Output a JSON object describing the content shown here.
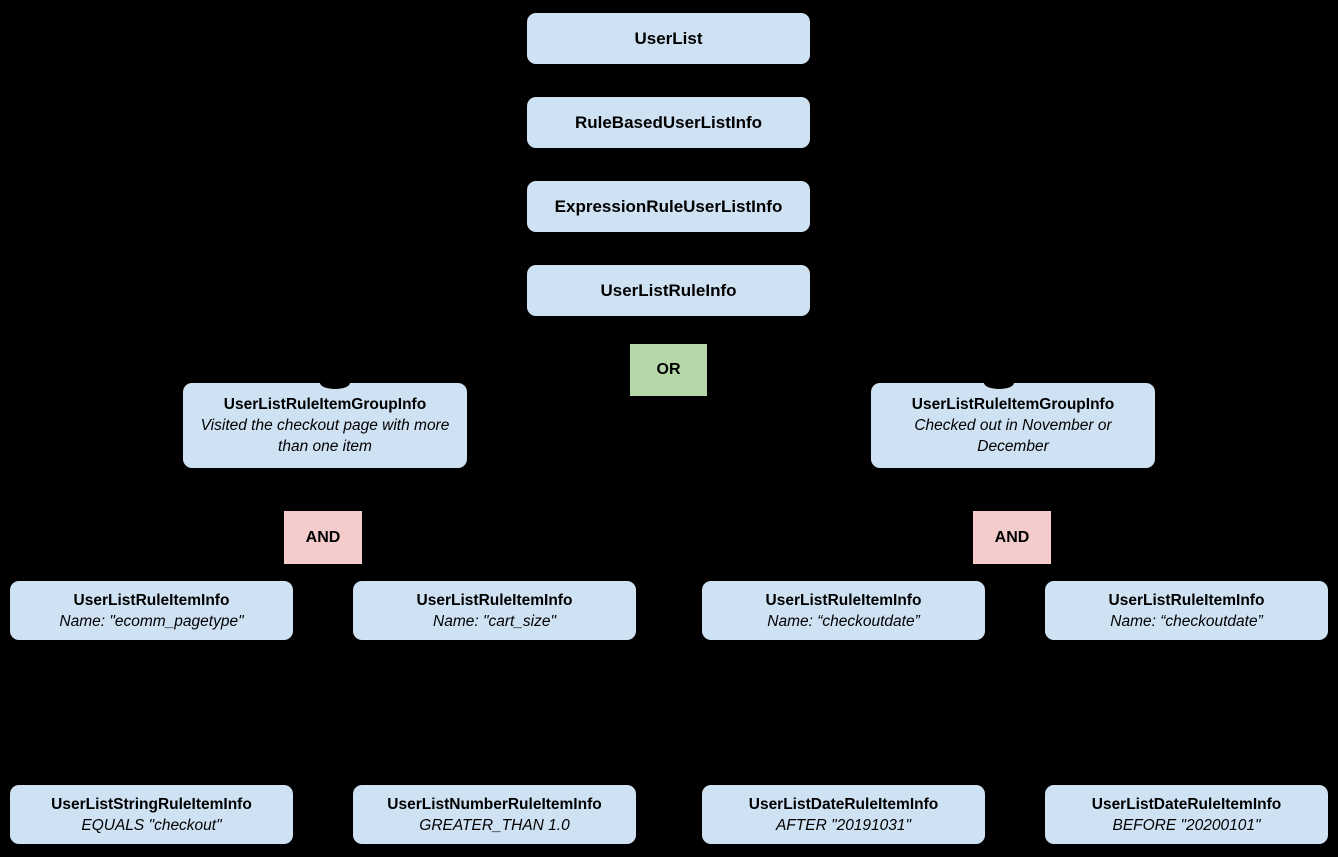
{
  "diagram": {
    "colors": {
      "background": "#000000",
      "node_fill": "#cfe2f3",
      "or_fill": "#b6d7a8",
      "and_fill": "#f4cccc",
      "text": "#000000"
    },
    "chain": [
      {
        "label": "UserList"
      },
      {
        "label": "RuleBasedUserListInfo"
      },
      {
        "label": "ExpressionRuleUserListInfo"
      },
      {
        "label": "UserListRuleInfo"
      }
    ],
    "operators": {
      "or_label": "OR",
      "and_label": "AND"
    },
    "groups": [
      {
        "title": "UserListRuleItemGroupInfo",
        "description": "Visited the checkout page with more than one item"
      },
      {
        "title": "UserListRuleItemGroupInfo",
        "description": "Checked out in November or December"
      }
    ],
    "rule_items": [
      {
        "title": "UserListRuleItemInfo",
        "subtitle": "Name: \"ecomm_pagetype\""
      },
      {
        "title": "UserListRuleItemInfo",
        "subtitle": "Name: \"cart_size\""
      },
      {
        "title": "UserListRuleItemInfo",
        "subtitle": "Name: “checkoutdate”"
      },
      {
        "title": "UserListRuleItemInfo",
        "subtitle": "Name: “checkoutdate”"
      }
    ],
    "operands": [
      {
        "title": "UserListStringRuleItemInfo",
        "subtitle": "EQUALS \"checkout\""
      },
      {
        "title": "UserListNumberRuleItemInfo",
        "subtitle": "GREATER_THAN 1.0"
      },
      {
        "title": "UserListDateRuleItemInfo",
        "subtitle": "AFTER \"20191031\""
      },
      {
        "title": "UserListDateRuleItemInfo",
        "subtitle": "BEFORE \"20200101\""
      }
    ]
  }
}
